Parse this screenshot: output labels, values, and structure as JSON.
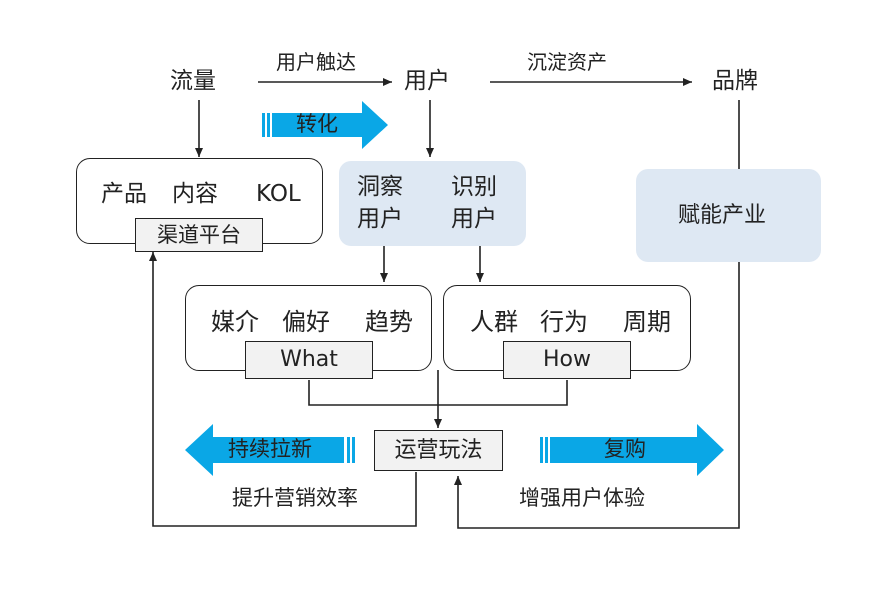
{
  "nodes": {
    "traffic": "流量",
    "user": "用户",
    "brand": "品牌"
  },
  "edges": {
    "user_reach": "用户触达",
    "sediment_assets": "沉淀资产",
    "convert": "转化"
  },
  "channel_box": {
    "items": [
      "产品",
      "内容",
      "KOL"
    ],
    "tag": "渠道平台"
  },
  "insight_box": {
    "left_line1": "洞察",
    "left_line2": "用户",
    "right_line1": "识别",
    "right_line2": "用户"
  },
  "empower_box": {
    "label": "赋能产业"
  },
  "what_box": {
    "items": [
      "媒介",
      "偏好",
      "趋势"
    ],
    "tag": "What"
  },
  "how_box": {
    "items": [
      "人群",
      "行为",
      "周期"
    ],
    "tag": "How"
  },
  "operation": {
    "label": "运营玩法",
    "left_arrow": "持续拉新",
    "right_arrow": "复购",
    "left_caption": "提升营销效率",
    "right_caption": "增强用户体验"
  },
  "colors": {
    "arrow_blue": "#0aa7e6",
    "box_blue": "#dee8f3",
    "line": "#222222"
  }
}
